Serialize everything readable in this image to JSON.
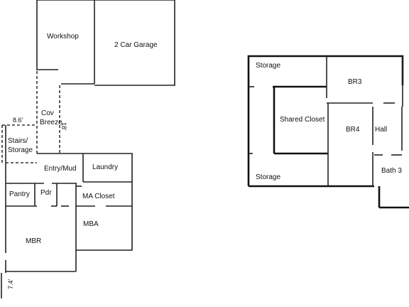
{
  "rooms": {
    "workshop": "Workshop",
    "garage": "2 Car Garage",
    "cov_breeze_line1": "Cov",
    "cov_breeze_line2": "Breeze",
    "stairs_line1": "Stairs/",
    "stairs_line2": "Storage",
    "entry_mud": "Entry/Mud",
    "laundry": "Laundry",
    "pantry": "Pantry",
    "pdr": "Pdr",
    "ma_closet": "MA Closet",
    "mba": "MBA",
    "mbr": "MBR",
    "storage_top": "Storage",
    "storage_bottom": "Storage",
    "shared_closet": "Shared Closet",
    "br3": "BR3",
    "br4": "BR4",
    "hall": "Hall",
    "bath3": "Bath 3"
  },
  "dimensions": {
    "width_86": "8.6'",
    "breeze_18": "18'",
    "height_74": "7.4'"
  }
}
